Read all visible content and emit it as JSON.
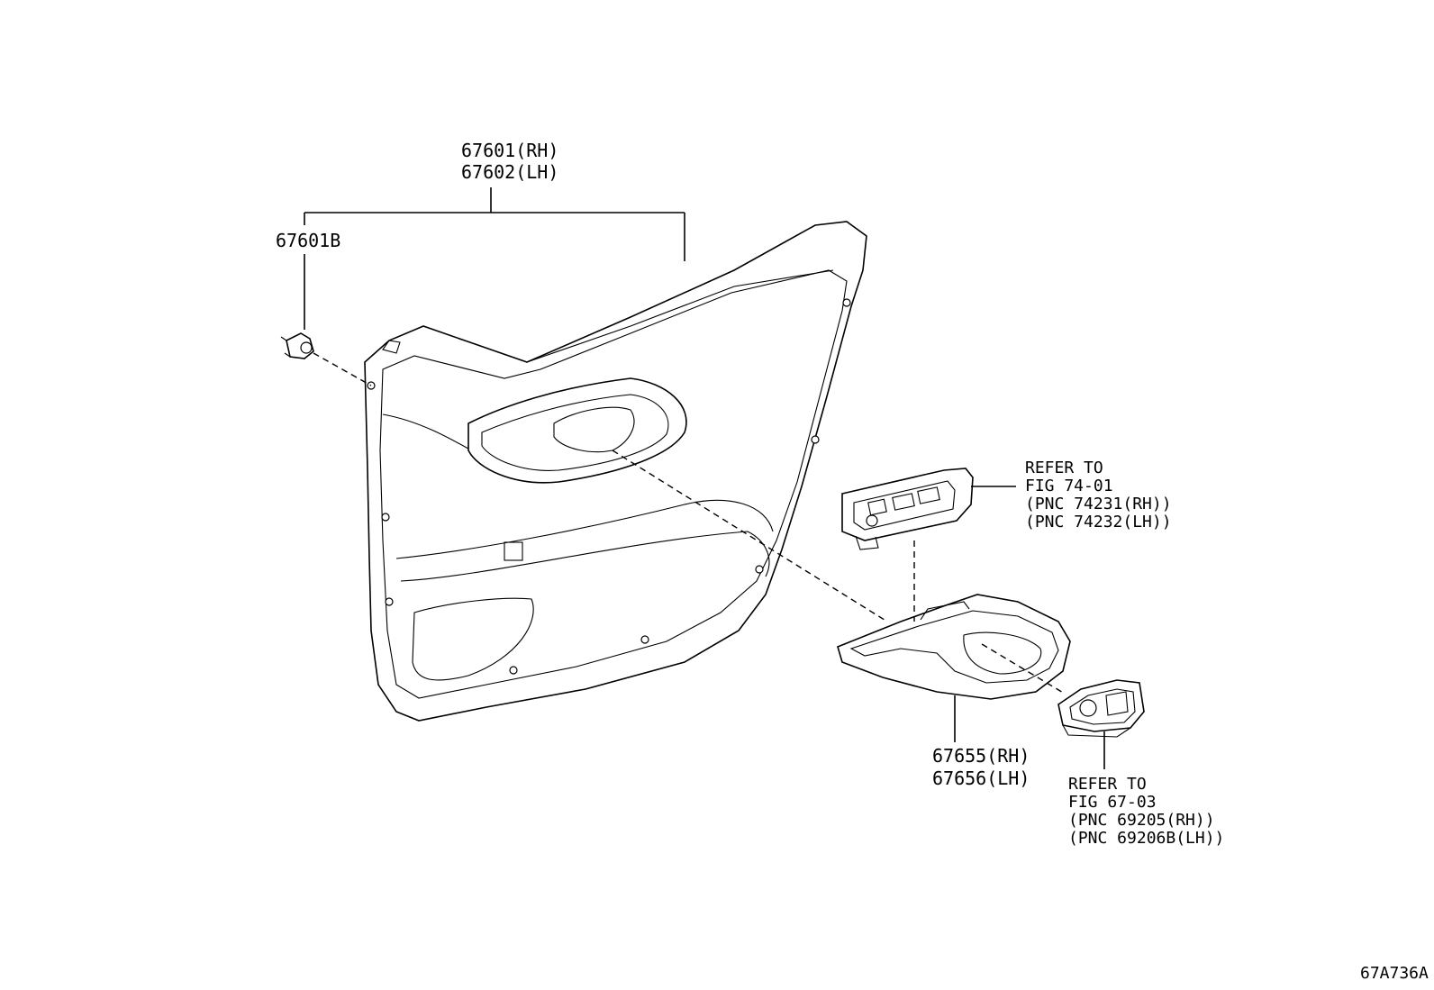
{
  "callouts": {
    "trim_board": {
      "line1": "67601(RH)",
      "line2": "67602(LH)"
    },
    "clip": {
      "line1": "67601B"
    },
    "switch_base": {
      "line1": "REFER TO",
      "line2": "FIG 74-01",
      "line3": "(PNC 74231(RH))",
      "line4": "(PNC 74232(LH))"
    },
    "armrest_cover": {
      "line1": "67655(RH)",
      "line2": "67656(LH)"
    },
    "inside_handle": {
      "line1": "REFER TO",
      "line2": "FIG 67-03",
      "line3": "(PNC 69205(RH))",
      "line4": "(PNC 69206B(LH))"
    }
  },
  "figure_code": "67A736A"
}
